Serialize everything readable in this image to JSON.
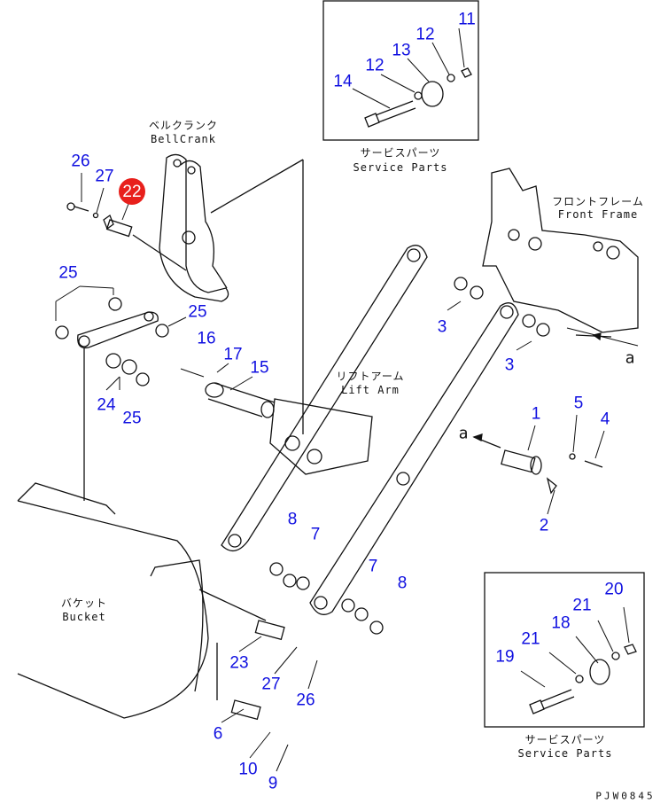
{
  "diagram": {
    "labels": {
      "bellcrank_jp": "ベルクランク",
      "bellcrank_en": "BellCrank",
      "service_top_jp": "サービスパーツ",
      "service_top_en": "Service Parts",
      "front_frame_jp": "フロントフレーム",
      "front_frame_en": "Front Frame",
      "lift_arm_jp": "リフトアーム",
      "lift_arm_en": "Lift Arm",
      "bucket_jp": "バケット",
      "bucket_en": "Bucket",
      "service_bottom_jp": "サービスパーツ",
      "service_bottom_en": "Service Parts",
      "view_a1": "a",
      "view_a2": "a",
      "drawing_code": "PJW0845"
    },
    "callouts": [
      "11",
      "12",
      "13",
      "12",
      "14",
      "26",
      "27",
      "22",
      "25",
      "25",
      "16",
      "17",
      "15",
      "24",
      "25",
      "3",
      "3",
      "1",
      "5",
      "4",
      "2",
      "8",
      "7",
      "7",
      "8",
      "23",
      "27",
      "26",
      "6",
      "10",
      "9",
      "20",
      "21",
      "18",
      "21",
      "19"
    ],
    "highlighted_callout": "22",
    "colors": {
      "callout": "#1010e0",
      "highlight": "#e8201c",
      "line": "#111111"
    }
  }
}
